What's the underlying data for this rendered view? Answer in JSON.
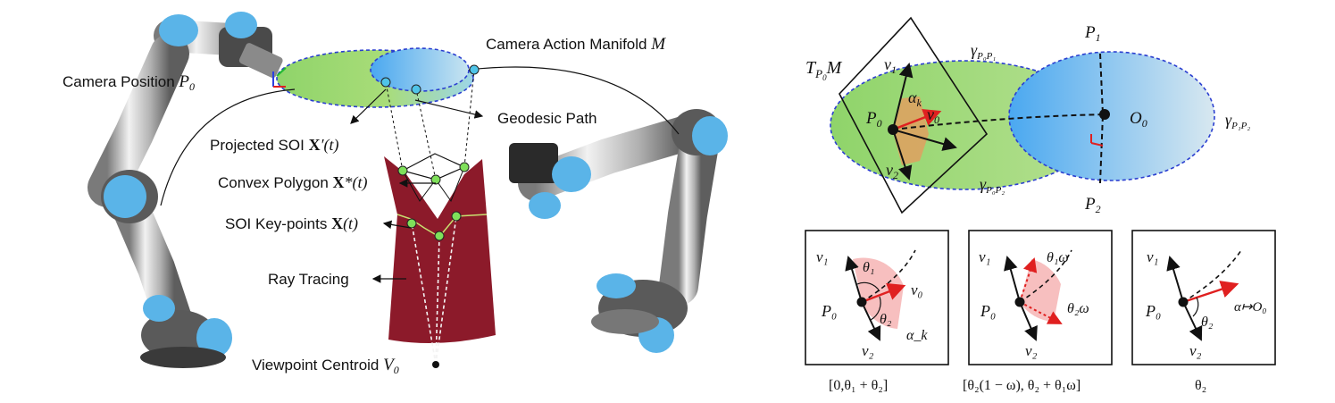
{
  "left": {
    "camera_position": {
      "text": "Camera Position",
      "sym": "P",
      "sub": "0"
    },
    "manifold": {
      "text": "Camera Action Manifold",
      "sym": "M"
    },
    "geodesic": "Geodesic Path",
    "projected_soi": {
      "text": "Projected SOI",
      "bold": "X",
      "rest": "′(t)"
    },
    "convex_polygon": {
      "text": "Convex Polygon",
      "bold": "X",
      "rest": "*(t)"
    },
    "soi_keypoints": {
      "text": "SOI Key-points",
      "bold": "X",
      "rest": "(t)"
    },
    "ray_tracing": "Ray Tracing",
    "viewpoint": {
      "text": "Viewpoint Centroid",
      "sym": "V",
      "sub": "0"
    }
  },
  "top_right": {
    "tangent": {
      "sym": "T",
      "sub": "P",
      "subsub": "0",
      "tail": "M"
    },
    "p0": {
      "sym": "P",
      "sub": "0"
    },
    "p1": {
      "sym": "P",
      "sub": "1"
    },
    "p2": {
      "sym": "P",
      "sub": "2"
    },
    "o0": {
      "sym": "O",
      "sub": "0"
    },
    "v0": {
      "sym": "v",
      "sub": "0"
    },
    "v1": {
      "sym": "v",
      "sub": "1"
    },
    "v2": {
      "sym": "v",
      "sub": "2"
    },
    "alpha": {
      "sym": "α",
      "sub": "k"
    },
    "gamma_p0p1": {
      "sym": "γ",
      "sub": "P₀P₁"
    },
    "gamma_p0p2": {
      "sym": "γ",
      "sub": "P₀P₂"
    },
    "gamma_p1p2": {
      "sym": "γ",
      "sub": "P₁P₂"
    }
  },
  "panels": [
    {
      "v1": "v₁",
      "v0": "v₀",
      "v2": "v₂",
      "p0": "P₀",
      "theta1": "θ₁",
      "theta2": "θ₂",
      "extra": "α_k",
      "caption": "[0,θ₁ + θ₂]"
    },
    {
      "v1": "v₁",
      "v2": "v₂",
      "p0": "P₀",
      "theta1": "θ₁ω",
      "theta2": "θ₂ω",
      "caption": "[θ₂(1 − ω), θ₂ + θ₁ω]"
    },
    {
      "v1": "v₁",
      "v2": "v₂",
      "p0": "P₀",
      "theta2": "θ₂",
      "alpha": "α↦O₀",
      "caption": "θ₂"
    }
  ],
  "colors": {
    "green": "#8fd46a",
    "blue": "#5aaef0",
    "red": "#e02020",
    "robot_blue": "#5ab4e8",
    "cloth": "#8c1a2a",
    "keypoint": "#7fe05a",
    "projected": "#4fc4e8"
  }
}
